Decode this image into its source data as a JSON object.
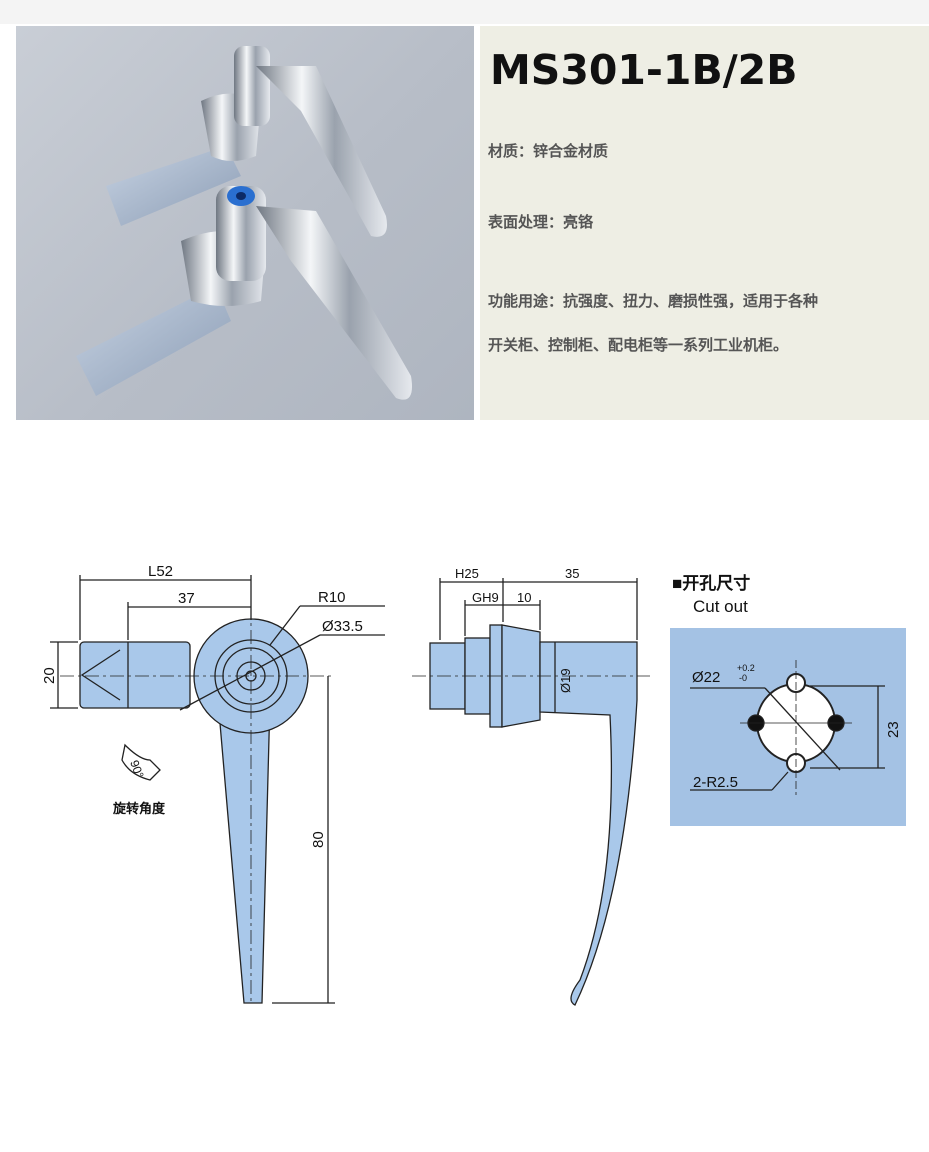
{
  "product": {
    "title": "MS301-1B/2B",
    "specs": [
      "材质：锌合金材质",
      "表面处理：亮铬",
      "功能用途：抗强度、扭力、磨损性强，适用于各种",
      "开关柜、控制柜、配电柜等一系列工业机柜。"
    ]
  },
  "drawing": {
    "front_view": {
      "dim_l52": "L52",
      "dim_37": "37",
      "dim_r10": "R10",
      "dim_d33": "Ø33.5",
      "dim_20": "20",
      "dim_80": "80",
      "rotation_angle": "90°",
      "rotation_label": "旋转角度"
    },
    "side_view": {
      "dim_h25": "H25",
      "dim_35": "35",
      "dim_gh9": "GH9",
      "dim_10": "10",
      "dim_d19": "Ø19"
    },
    "cutout": {
      "title_cn": "■开孔尺寸",
      "title_en": "Cut out",
      "dim_d22": "Ø22",
      "tol_plus": "+0.2",
      "tol_minus": "-0",
      "dim_23": "23",
      "dim_r25": "2-R2.5"
    },
    "colors": {
      "part_fill": "#a9c8ea",
      "cutout_bg": "#a4c2e4",
      "line": "#222222"
    }
  }
}
